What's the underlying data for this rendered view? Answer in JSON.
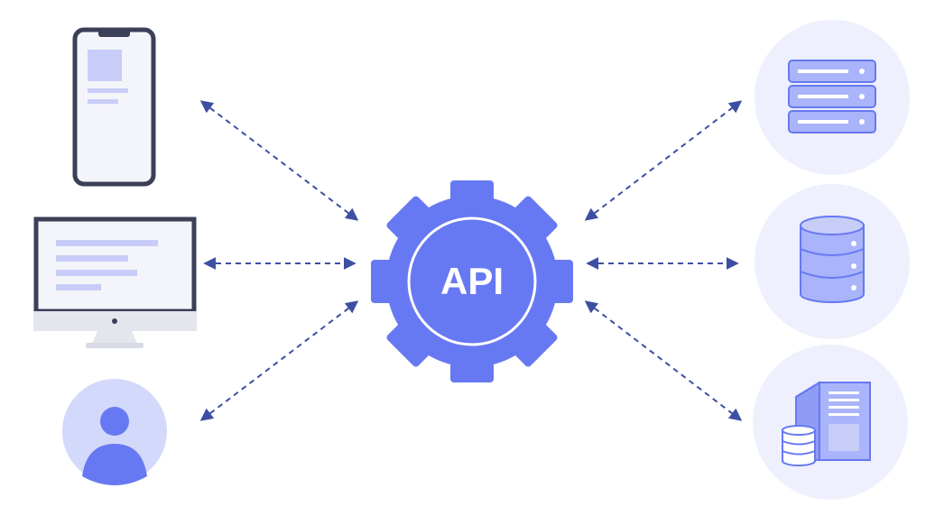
{
  "hub": {
    "label": "API",
    "icon": "gear-icon"
  },
  "clients": [
    {
      "name": "mobile-phone",
      "icon": "smartphone-icon"
    },
    {
      "name": "desktop-monitor",
      "icon": "monitor-icon"
    },
    {
      "name": "user",
      "icon": "user-avatar-icon"
    }
  ],
  "backends": [
    {
      "name": "server-rack",
      "icon": "server-rack-icon"
    },
    {
      "name": "database",
      "icon": "database-icon"
    },
    {
      "name": "server-with-database",
      "icon": "server-tower-database-icon"
    }
  ],
  "connectors": {
    "style": "dashed",
    "direction": "bidirectional"
  },
  "colors": {
    "accent": "#6779F2",
    "accent_light": "#A9B4FA",
    "accent_pale": "#EEF0FD",
    "arrow": "#3D4FA3",
    "device_frame": "#3B3F57",
    "device_screen": "#F4F5FB",
    "device_stand": "#E4E6EE"
  }
}
